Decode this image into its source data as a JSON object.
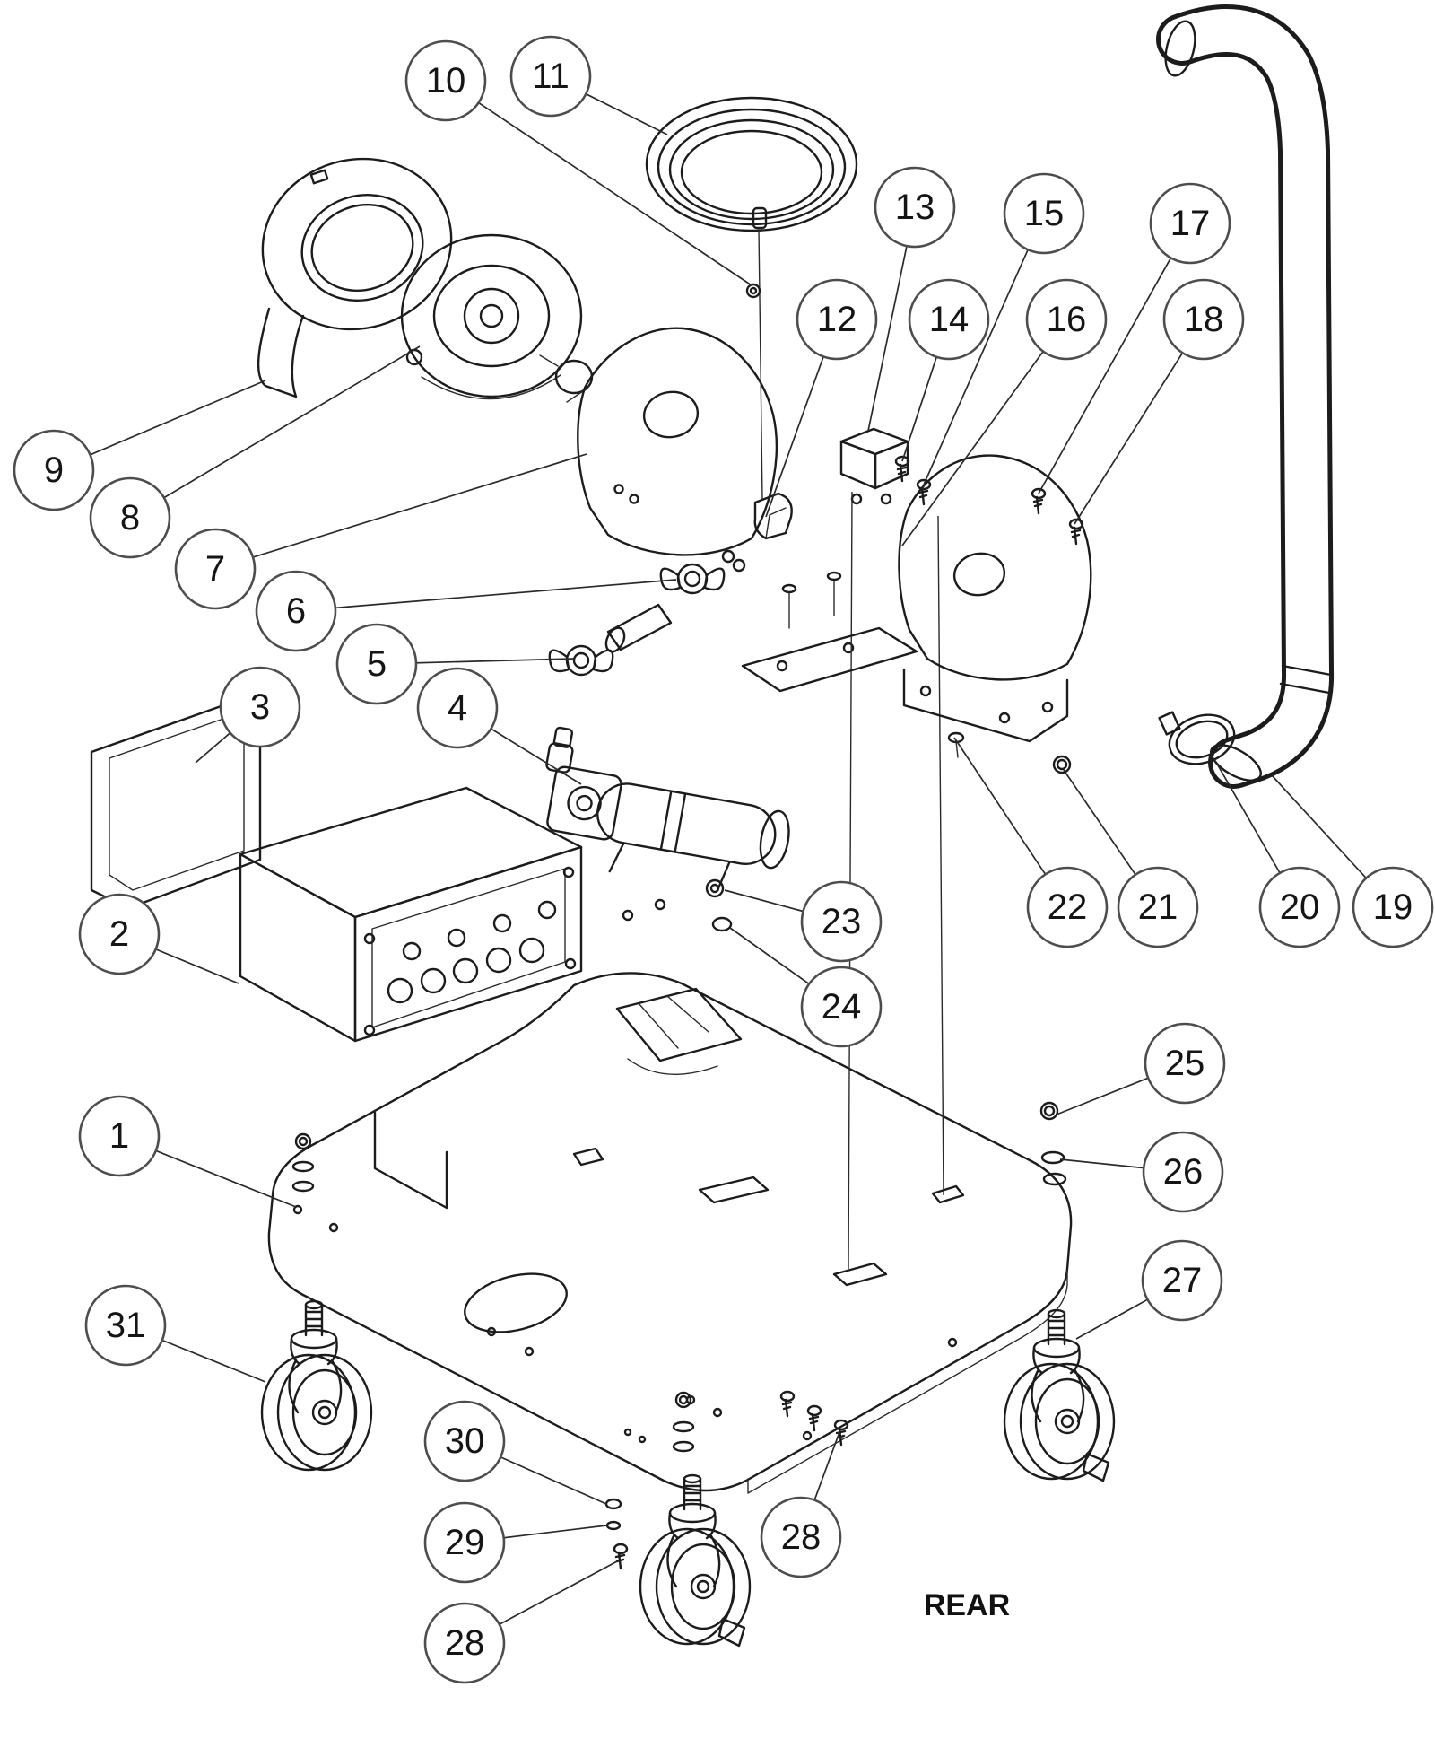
{
  "diagram": {
    "rear_label": "REAR",
    "callouts": {
      "c1": {
        "label": "1"
      },
      "c2": {
        "label": "2"
      },
      "c3": {
        "label": "3"
      },
      "c4": {
        "label": "4"
      },
      "c5": {
        "label": "5"
      },
      "c6": {
        "label": "6"
      },
      "c7": {
        "label": "7"
      },
      "c8": {
        "label": "8"
      },
      "c9": {
        "label": "9"
      },
      "c10": {
        "label": "10"
      },
      "c11": {
        "label": "11"
      },
      "c12": {
        "label": "12"
      },
      "c13": {
        "label": "13"
      },
      "c14": {
        "label": "14"
      },
      "c15": {
        "label": "15"
      },
      "c16": {
        "label": "16"
      },
      "c17": {
        "label": "17"
      },
      "c18": {
        "label": "18"
      },
      "c19": {
        "label": "19"
      },
      "c20": {
        "label": "20"
      },
      "c21": {
        "label": "21"
      },
      "c22": {
        "label": "22"
      },
      "c23": {
        "label": "23"
      },
      "c24": {
        "label": "24"
      },
      "c25": {
        "label": "25"
      },
      "c26": {
        "label": "26"
      },
      "c27": {
        "label": "27"
      },
      "c28a": {
        "label": "28"
      },
      "c28b": {
        "label": "28"
      },
      "c29": {
        "label": "29"
      },
      "c30": {
        "label": "30"
      },
      "c31": {
        "label": "31"
      }
    }
  }
}
